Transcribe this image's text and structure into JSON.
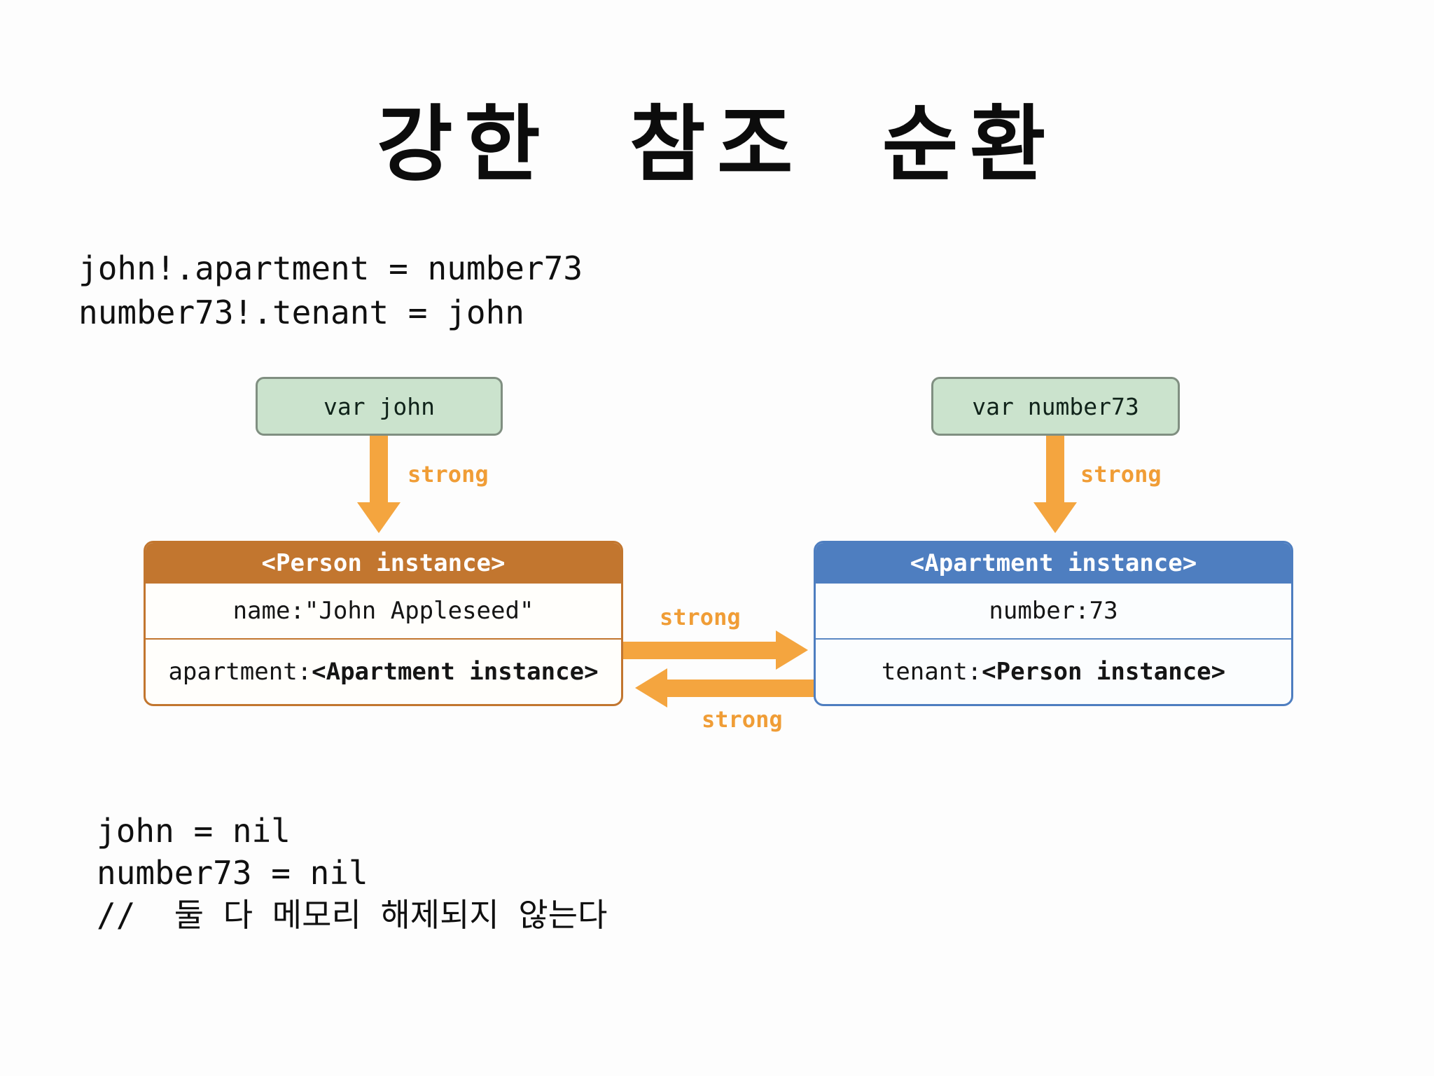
{
  "title": "강한 참조 순환",
  "code_top": {
    "line1": "john!.apartment = number73",
    "line2": "number73!.tenant = john"
  },
  "code_bottom": {
    "line1": "john = nil",
    "line2": "number73 = nil",
    "line3": "//  둘 다 메모리 해제되지 않는다"
  },
  "diagram": {
    "var_john_label": "var john",
    "var_number73_label": "var number73",
    "strong_john": "strong",
    "strong_number73": "strong",
    "strong_forward": "strong",
    "strong_backward": "strong",
    "person": {
      "header": "<Person instance>",
      "row1_label": "name:",
      "row1_value": "\"John Appleseed\"",
      "row2_label": "apartment:",
      "row2_value": "<Apartment instance>"
    },
    "apartment": {
      "header": "<Apartment instance>",
      "row1_label": "number:",
      "row1_value": "73",
      "row2_label": "tenant:",
      "row2_value": "<Person instance>"
    }
  },
  "colors": {
    "person_header": "#c2762f",
    "apartment_header": "#4e7ec0",
    "var_box_fill": "#cbe3cd",
    "var_box_border": "#808f81",
    "arrow": "#f4a53f",
    "strong_text": "#f09d36"
  }
}
